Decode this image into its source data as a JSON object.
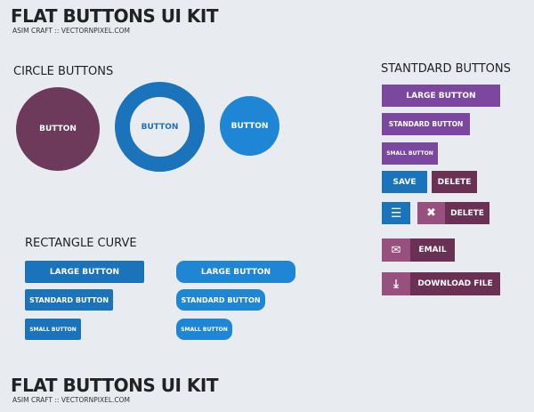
{
  "header": {
    "title": "FLAT BUTTONS UI KIT",
    "subtitle": "ASIM CRAFT  ::  VECTORNPIXEL.COM"
  },
  "footer": {
    "title": "FLAT BUTTONS UI KIT",
    "subtitle": "ASIM CRAFT  ::  VECTORNPIXEL.COM"
  },
  "circle": {
    "heading": "CIRCLE BUTTONS",
    "b1": "BUTTON",
    "b2": "BUTTON",
    "b3": "BUTTON"
  },
  "rect": {
    "heading": "RECTANGLE CURVE",
    "large": "LARGE BUTTON",
    "standard": "STANDARD BUTTON",
    "small": "SMALL BUTTON",
    "large2": "LARGE BUTTON",
    "standard2": "STANDARD BUTTON",
    "small2": "SMALL BUTTON"
  },
  "standard": {
    "heading": "STANTDARD BUTTONS",
    "large": "LARGE BUTTON",
    "standard": "STANDARD BUTTON",
    "small": "SMALL BUTTON",
    "save": "SAVE",
    "delete": "DELETE",
    "delete2": "DELETE",
    "email": "EMAIL",
    "download": "DOWNLOAD FILE"
  },
  "colors": {
    "purple": "#7b479f",
    "plum": "#6a3155",
    "blue": "#1b74bb",
    "mauve": "#98517f"
  }
}
